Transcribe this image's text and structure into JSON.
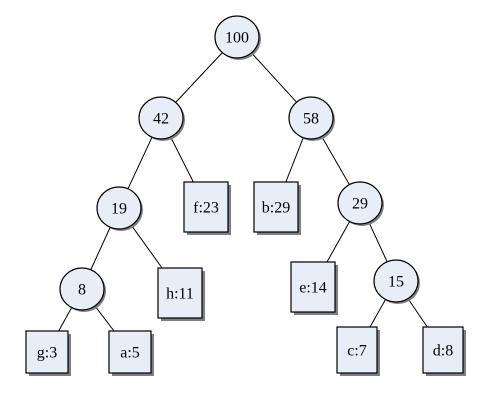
{
  "colors": {
    "node_fill": "#e8eef8",
    "stroke": "#000000",
    "shadow": "#7f7f7f"
  },
  "nodes": [
    {
      "id": "n100",
      "label": "100",
      "kind": "circle"
    },
    {
      "id": "n42",
      "label": "42",
      "kind": "circle"
    },
    {
      "id": "n58",
      "label": "58",
      "kind": "circle"
    },
    {
      "id": "n19",
      "label": "19",
      "kind": "circle"
    },
    {
      "id": "nf",
      "label": "f:23",
      "kind": "leaf"
    },
    {
      "id": "nb",
      "label": "b:29",
      "kind": "leaf"
    },
    {
      "id": "n29",
      "label": "29",
      "kind": "circle"
    },
    {
      "id": "n8",
      "label": "8",
      "kind": "circle"
    },
    {
      "id": "nh",
      "label": "h:11",
      "kind": "leaf"
    },
    {
      "id": "ne",
      "label": "e:14",
      "kind": "leaf"
    },
    {
      "id": "n15",
      "label": "15",
      "kind": "circle"
    },
    {
      "id": "ng",
      "label": "g:3",
      "kind": "leaf"
    },
    {
      "id": "na",
      "label": "a:5",
      "kind": "leaf"
    },
    {
      "id": "nc",
      "label": "c:7",
      "kind": "leaf"
    },
    {
      "id": "nd",
      "label": "d:8",
      "kind": "leaf"
    }
  ],
  "edges": [
    [
      "n100",
      "n42"
    ],
    [
      "n100",
      "n58"
    ],
    [
      "n42",
      "n19"
    ],
    [
      "n42",
      "nf"
    ],
    [
      "n58",
      "nb"
    ],
    [
      "n58",
      "n29"
    ],
    [
      "n19",
      "n8"
    ],
    [
      "n19",
      "nh"
    ],
    [
      "n29",
      "ne"
    ],
    [
      "n29",
      "n15"
    ],
    [
      "n8",
      "ng"
    ],
    [
      "n8",
      "na"
    ],
    [
      "n15",
      "nc"
    ],
    [
      "n15",
      "nd"
    ]
  ]
}
